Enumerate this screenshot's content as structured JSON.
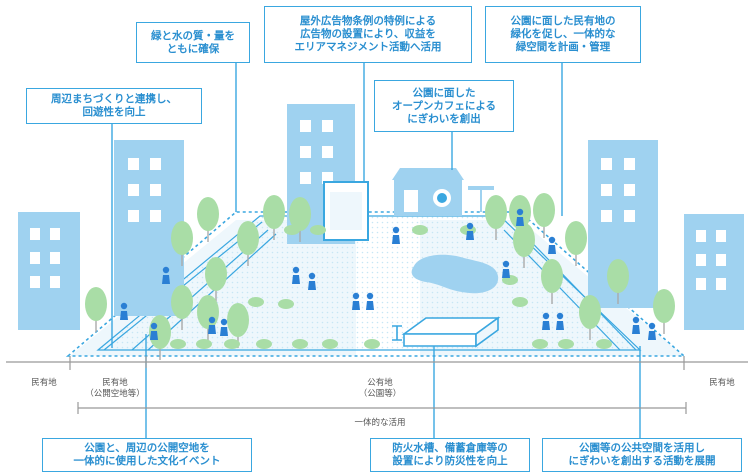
{
  "callouts": {
    "water_green": "緑と水の質・量を\nともに確保",
    "outdoor_ads": "屋外広告物条例の特例による\n広告物の設置により、収益を\nエリアマネジメント活動へ活用",
    "private_green": "公園に面した民有地の\n緑化を促し、一体的な\n緑空間を計画・管理",
    "neighborhood": "周辺まちづくりと連携し、\n回遊性を向上",
    "open_cafe": "公園に面した\nオープンカフェによる\nにぎわいを創出",
    "culture_event": "公園と、周辺の公開空地を\n一体的に使用した文化イベント",
    "disaster": "防火水槽、備蓄倉庫等の\n設置により防災性を向上",
    "public_space": "公園等の公共空間を活用し\nにぎわいを創出する活動を展開"
  },
  "ground": {
    "private_left": "民有地",
    "private_open": "民有地\n（公開空地等）",
    "public_land": "公有地\n（公園等）",
    "private_right": "民有地",
    "integrated_use": "一体的な活用"
  },
  "colors": {
    "accent": "#3aa7e0",
    "building": "#9fd2f0",
    "tree": "#a9dda6",
    "person": "#2a7fd4",
    "water": "#9fd2f0",
    "ground_line": "#999999"
  }
}
